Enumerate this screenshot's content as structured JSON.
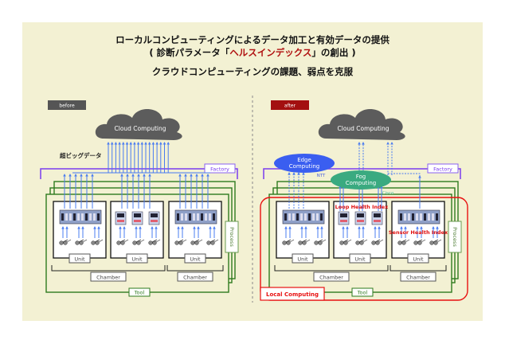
{
  "title": {
    "line1": "ローカルコンピューティングによるデータ加工と有効データの提供",
    "line2_pre": "( 診断パラメータ「",
    "line2_highlight": "ヘルスインデックス",
    "line2_post": "」の創出 )",
    "line3": "クラウドコンピューティングの課題、弱点を克服"
  },
  "before": {
    "label": "before",
    "cloud": "Cloud Computing",
    "big_data": "超ビッグデータ",
    "factory": "Factory",
    "process": "Process",
    "tool": "Tool",
    "units": [
      "Unit",
      "Unit",
      "Unit"
    ],
    "chambers": [
      "Chamber",
      "Chamber"
    ]
  },
  "after": {
    "label": "after",
    "cloud": "Cloud Computing",
    "edge_line1": "Edge",
    "edge_line2": "Computing",
    "edge_vendor": "NTT",
    "fog_line1": "Fog",
    "fog_line2": "Computing",
    "fog_vendor": "Cisco",
    "factory": "Factory",
    "process": "Process",
    "tool": "Tool",
    "units": [
      "Unit",
      "Unit",
      "Unit"
    ],
    "chambers": [
      "Chamber",
      "Chamber"
    ],
    "loop_health": "Loop Health Index",
    "sensor_health": "Sensor Health Index",
    "local": "Local Computing"
  },
  "colors": {
    "background": "#f3f1d3",
    "arrow": "#4a7cf0",
    "factory": "#7b3cf0",
    "frame": "#2e7a1e",
    "cloud": "#5c5c5c",
    "before_badge": "#555555",
    "after_badge": "#a31010",
    "local": "#e81010",
    "edge": "#3a5ef0",
    "fog": "#3aaa80"
  }
}
